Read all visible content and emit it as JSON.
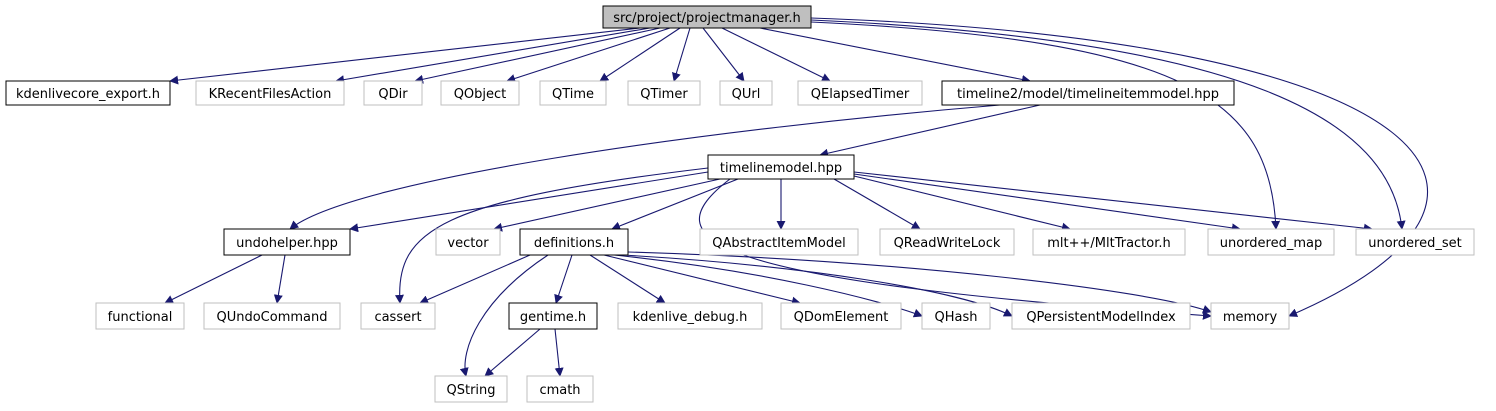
{
  "diagram": {
    "colors": {
      "edge": "#191970",
      "root_fill": "#bfbfbf",
      "root_stroke": "#000000",
      "documented_stroke": "#000000",
      "external_stroke": "#bfbfbf",
      "node_fill": "#ffffff",
      "text": "#000000"
    },
    "nodes": [
      {
        "id": "root",
        "label": "src/project/projectmanager.h",
        "kind": "root"
      },
      {
        "id": "kdenlivecore_export",
        "label": "kdenlivecore_export.h",
        "kind": "documented"
      },
      {
        "id": "KRecentFilesAction",
        "label": "KRecentFilesAction",
        "kind": "external"
      },
      {
        "id": "QDir",
        "label": "QDir",
        "kind": "external"
      },
      {
        "id": "QObject",
        "label": "QObject",
        "kind": "external"
      },
      {
        "id": "QTime",
        "label": "QTime",
        "kind": "external"
      },
      {
        "id": "QTimer",
        "label": "QTimer",
        "kind": "external"
      },
      {
        "id": "QUrl",
        "label": "QUrl",
        "kind": "external"
      },
      {
        "id": "QElapsedTimer",
        "label": "QElapsedTimer",
        "kind": "external"
      },
      {
        "id": "timelineitemmodel",
        "label": "timeline2/model/timelineitemmodel.hpp",
        "kind": "documented"
      },
      {
        "id": "timelinemodel",
        "label": "timelinemodel.hpp",
        "kind": "documented"
      },
      {
        "id": "undohelper",
        "label": "undohelper.hpp",
        "kind": "documented"
      },
      {
        "id": "vector",
        "label": "vector",
        "kind": "external"
      },
      {
        "id": "definitions",
        "label": "definitions.h",
        "kind": "documented"
      },
      {
        "id": "QAbstractItemModel",
        "label": "QAbstractItemModel",
        "kind": "external"
      },
      {
        "id": "QReadWriteLock",
        "label": "QReadWriteLock",
        "kind": "external"
      },
      {
        "id": "MltTractor",
        "label": "mlt++/MltTractor.h",
        "kind": "external"
      },
      {
        "id": "unordered_map",
        "label": "unordered_map",
        "kind": "external"
      },
      {
        "id": "unordered_set",
        "label": "unordered_set",
        "kind": "external"
      },
      {
        "id": "functional",
        "label": "functional",
        "kind": "external"
      },
      {
        "id": "QUndoCommand",
        "label": "QUndoCommand",
        "kind": "external"
      },
      {
        "id": "cassert",
        "label": "cassert",
        "kind": "external"
      },
      {
        "id": "gentime",
        "label": "gentime.h",
        "kind": "documented"
      },
      {
        "id": "kdenlive_debug",
        "label": "kdenlive_debug.h",
        "kind": "external"
      },
      {
        "id": "QDomElement",
        "label": "QDomElement",
        "kind": "external"
      },
      {
        "id": "QHash",
        "label": "QHash",
        "kind": "external"
      },
      {
        "id": "QPersistentModelIndex",
        "label": "QPersistentModelIndex",
        "kind": "external"
      },
      {
        "id": "memory",
        "label": "memory",
        "kind": "external"
      },
      {
        "id": "QString",
        "label": "QString",
        "kind": "external"
      },
      {
        "id": "cmath",
        "label": "cmath",
        "kind": "external"
      }
    ],
    "edges": [
      {
        "from": "root",
        "to": "kdenlivecore_export"
      },
      {
        "from": "root",
        "to": "KRecentFilesAction"
      },
      {
        "from": "root",
        "to": "QDir"
      },
      {
        "from": "root",
        "to": "QObject"
      },
      {
        "from": "root",
        "to": "QTime"
      },
      {
        "from": "root",
        "to": "QTimer"
      },
      {
        "from": "root",
        "to": "QUrl"
      },
      {
        "from": "root",
        "to": "QElapsedTimer"
      },
      {
        "from": "root",
        "to": "timelineitemmodel"
      },
      {
        "from": "root",
        "to": "unordered_map"
      },
      {
        "from": "root",
        "to": "unordered_set"
      },
      {
        "from": "root",
        "to": "memory"
      },
      {
        "from": "timelineitemmodel",
        "to": "timelinemodel"
      },
      {
        "from": "timelineitemmodel",
        "to": "undohelper"
      },
      {
        "from": "timelinemodel",
        "to": "undohelper"
      },
      {
        "from": "timelinemodel",
        "to": "vector"
      },
      {
        "from": "timelinemodel",
        "to": "definitions"
      },
      {
        "from": "timelinemodel",
        "to": "QAbstractItemModel"
      },
      {
        "from": "timelinemodel",
        "to": "QReadWriteLock"
      },
      {
        "from": "timelinemodel",
        "to": "MltTractor"
      },
      {
        "from": "timelinemodel",
        "to": "unordered_map"
      },
      {
        "from": "timelinemodel",
        "to": "unordered_set"
      },
      {
        "from": "timelinemodel",
        "to": "cassert"
      },
      {
        "from": "timelinemodel",
        "to": "memory"
      },
      {
        "from": "undohelper",
        "to": "functional"
      },
      {
        "from": "undohelper",
        "to": "QUndoCommand"
      },
      {
        "from": "definitions",
        "to": "cassert"
      },
      {
        "from": "definitions",
        "to": "gentime"
      },
      {
        "from": "definitions",
        "to": "kdenlive_debug"
      },
      {
        "from": "definitions",
        "to": "QDomElement"
      },
      {
        "from": "definitions",
        "to": "QHash"
      },
      {
        "from": "definitions",
        "to": "QPersistentModelIndex"
      },
      {
        "from": "definitions",
        "to": "memory"
      },
      {
        "from": "definitions",
        "to": "QString"
      },
      {
        "from": "gentime",
        "to": "QString"
      },
      {
        "from": "gentime",
        "to": "cmath"
      }
    ]
  }
}
